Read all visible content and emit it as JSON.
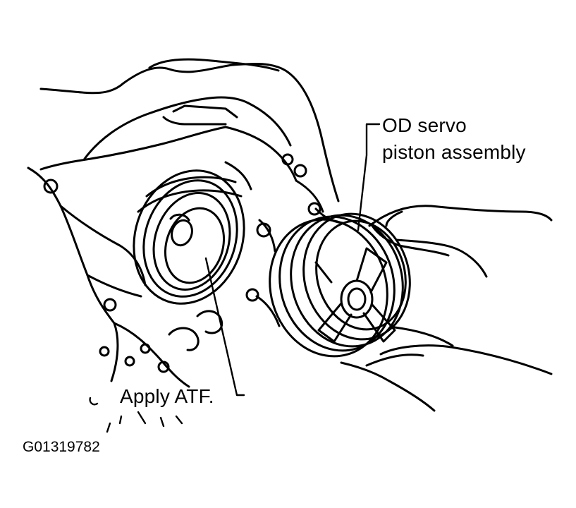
{
  "callouts": {
    "od_servo_line1": "OD servo",
    "od_servo_line2": "piston assembly",
    "apply_atf": "Apply ATF."
  },
  "figure_id": "G01319782",
  "colors": {
    "ink": "#000000",
    "paper": "#ffffff"
  }
}
